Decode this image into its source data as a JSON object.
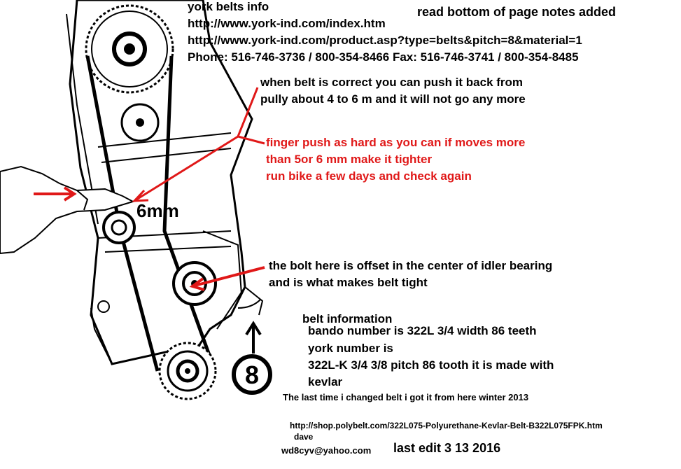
{
  "header": {
    "title": "york belts info",
    "url_index": "http://www.york-ind.com/index.htm",
    "url_product": "http://www.york-ind.com/product.asp?type=belts&pitch=8&material=1",
    "phone_line": "Phone: 516-746-3736 / 800-354-8466  Fax: 516-746-3741 / 800-354-8485",
    "notice": "read bottom of page  notes added"
  },
  "notes": {
    "push_back_1": "when belt is correct you can push it back from",
    "push_back_2": "pully about 4 to 6 m    and it will not go any more",
    "finger_1": "finger push as hard as you can if moves more",
    "finger_2": "than 5or 6 mm make it tighter",
    "finger_3": "run bike a few days and check again",
    "bolt_1": "the bolt here is offset in the center of idler bearing",
    "bolt_2": "and is what makes belt tight"
  },
  "belt_info": {
    "heading": "belt information",
    "bando": "bando number is 322L 3/4 width 86 teeth",
    "york_label": "york number is",
    "york_number": "322L-K 3/4 3/8 pitch 86 tooth it is made with",
    "material": "kevlar"
  },
  "footer": {
    "last_change": "The last time i changed belt i got it from here winter 2013",
    "shop_url": "http://shop.polybelt.com/322L075-Polyurethane-Kevlar-Belt-B322L075FPK.htm",
    "signature": "dave",
    "email": "wd8cyv@yahoo.com",
    "last_edit": "last edit 3 13 2016"
  },
  "diagram": {
    "measurement_label": "6mm",
    "step_number": "8"
  },
  "colors": {
    "note_red": "#e01818",
    "ink": "#000000"
  }
}
